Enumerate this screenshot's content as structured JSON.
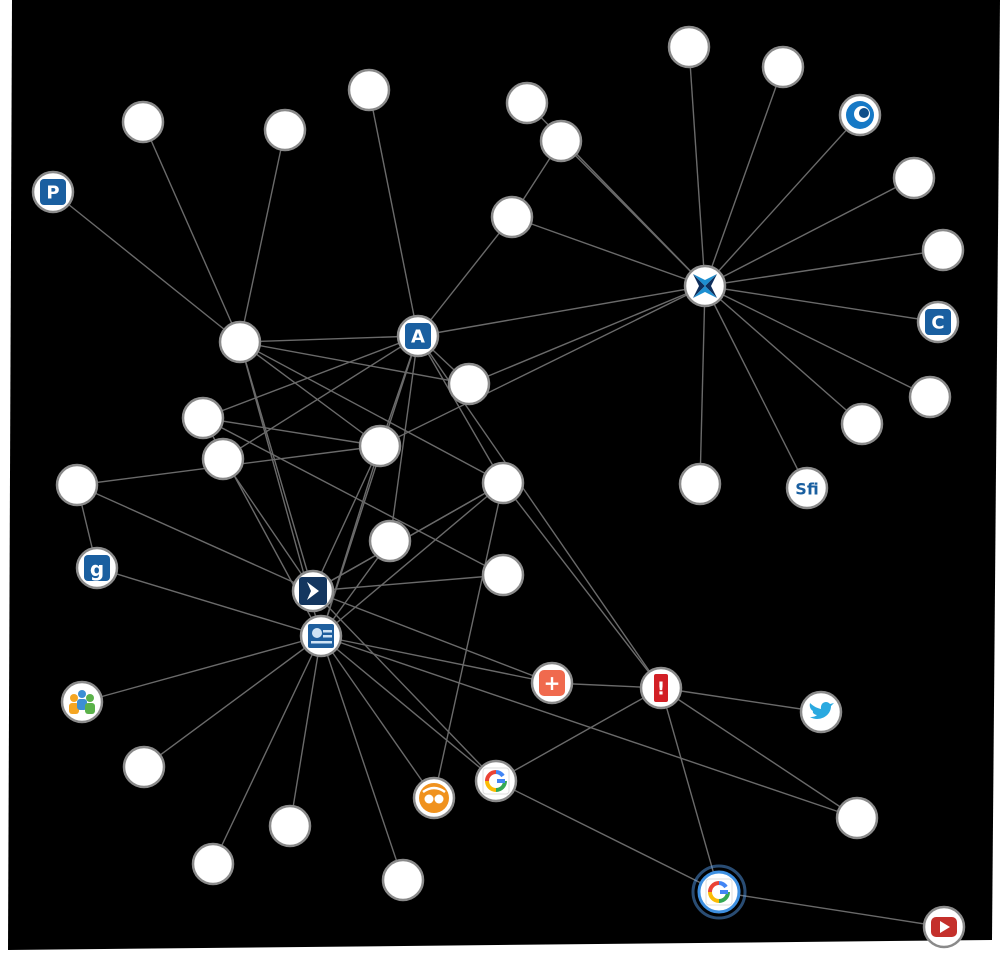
{
  "diagram": {
    "background": "#000000",
    "node_fill": "#ffffff",
    "edge_color": "#6a6a6a",
    "brand_blue": "#1a5fa0",
    "nodes": [
      {
        "id": "n1",
        "icon": "blank"
      },
      {
        "id": "n2",
        "icon": "blank"
      },
      {
        "id": "n3",
        "icon": "blank"
      },
      {
        "id": "n4",
        "icon": "blank"
      },
      {
        "id": "n5",
        "icon": "blank"
      },
      {
        "id": "n6",
        "icon": "blank"
      },
      {
        "id": "n7",
        "icon": "blank"
      },
      {
        "id": "p",
        "icon": "p-badge-icon",
        "label": "P"
      },
      {
        "id": "n8",
        "icon": "blank"
      },
      {
        "id": "hub",
        "icon": "x-hub-icon"
      },
      {
        "id": "swirl",
        "icon": "swirl-icon"
      },
      {
        "id": "n9",
        "icon": "blank"
      },
      {
        "id": "n10",
        "icon": "blank"
      },
      {
        "id": "c",
        "icon": "c-badge-icon",
        "label": "C"
      },
      {
        "id": "n11",
        "icon": "blank"
      },
      {
        "id": "n12",
        "icon": "blank"
      },
      {
        "id": "sfi",
        "icon": "sfi-icon",
        "label": "Sfi"
      },
      {
        "id": "n13",
        "icon": "blank"
      },
      {
        "id": "a",
        "icon": "a-badge-icon",
        "label": "A"
      },
      {
        "id": "n14",
        "icon": "blank"
      },
      {
        "id": "n15",
        "icon": "blank"
      },
      {
        "id": "n16",
        "icon": "blank"
      },
      {
        "id": "n17",
        "icon": "blank"
      },
      {
        "id": "n18",
        "icon": "blank"
      },
      {
        "id": "n19",
        "icon": "blank"
      },
      {
        "id": "n20",
        "icon": "blank"
      },
      {
        "id": "g",
        "icon": "g-badge-icon",
        "label": "g"
      },
      {
        "id": "n21",
        "icon": "blank"
      },
      {
        "id": "chev",
        "icon": "chevron-badge-icon"
      },
      {
        "id": "prof",
        "icon": "profile-card-icon"
      },
      {
        "id": "people",
        "icon": "people-icon"
      },
      {
        "id": "plus",
        "icon": "plus-badge-icon",
        "label": "+"
      },
      {
        "id": "excl",
        "icon": "exclamation-icon",
        "label": "!"
      },
      {
        "id": "tw",
        "icon": "twitter-bird-icon"
      },
      {
        "id": "n22",
        "icon": "blank"
      },
      {
        "id": "orange",
        "icon": "orange-glasses-icon"
      },
      {
        "id": "gg1",
        "icon": "google-g-icon"
      },
      {
        "id": "n23",
        "icon": "blank"
      },
      {
        "id": "n24",
        "icon": "blank"
      },
      {
        "id": "n25",
        "icon": "blank"
      },
      {
        "id": "n26",
        "icon": "blank"
      },
      {
        "id": "gg2",
        "icon": "google-g-icon"
      },
      {
        "id": "yt",
        "icon": "youtube-play-icon"
      }
    ],
    "edges": [
      [
        "hub",
        "n1"
      ],
      [
        "hub",
        "n2"
      ],
      [
        "hub",
        "swirl"
      ],
      [
        "hub",
        "n9"
      ],
      [
        "hub",
        "n10"
      ],
      [
        "hub",
        "c"
      ],
      [
        "hub",
        "n11"
      ],
      [
        "hub",
        "n12"
      ],
      [
        "hub",
        "sfi"
      ],
      [
        "hub",
        "n13"
      ],
      [
        "hub",
        "n5"
      ],
      [
        "hub",
        "n8"
      ],
      [
        "hub",
        "n4"
      ],
      [
        "hub",
        "a"
      ],
      [
        "hub",
        "n15"
      ],
      [
        "hub",
        "n18"
      ],
      [
        "n5",
        "n8"
      ],
      [
        "n8",
        "a"
      ],
      [
        "a",
        "n7"
      ],
      [
        "a",
        "n14"
      ],
      [
        "a",
        "n15"
      ],
      [
        "a",
        "n16"
      ],
      [
        "a",
        "n17"
      ],
      [
        "a",
        "n19"
      ],
      [
        "a",
        "n20"
      ],
      [
        "a",
        "excl"
      ],
      [
        "a",
        "prof"
      ],
      [
        "a",
        "n18"
      ],
      [
        "n14",
        "n3"
      ],
      [
        "n14",
        "p"
      ],
      [
        "n14",
        "n6"
      ],
      [
        "n14",
        "n15"
      ],
      [
        "n14",
        "n18"
      ],
      [
        "n14",
        "chev"
      ],
      [
        "n14",
        "prof"
      ],
      [
        "n14",
        "n20"
      ],
      [
        "n17",
        "chev"
      ],
      [
        "n16",
        "n23"
      ],
      [
        "n16",
        "prof"
      ],
      [
        "n16",
        "n18"
      ],
      [
        "n18",
        "chev"
      ],
      [
        "n18",
        "prof"
      ],
      [
        "n18",
        "n21"
      ],
      [
        "n20",
        "chev"
      ],
      [
        "n20",
        "prof"
      ],
      [
        "n20",
        "excl"
      ],
      [
        "n20",
        "orange"
      ],
      [
        "n19",
        "prof"
      ],
      [
        "n21",
        "chev"
      ],
      [
        "n21",
        "g"
      ],
      [
        "g",
        "prof"
      ],
      [
        "chev",
        "gg1"
      ],
      [
        "chev",
        "plus"
      ],
      [
        "chev",
        "n20"
      ],
      [
        "prof",
        "people"
      ],
      [
        "prof",
        "n24"
      ],
      [
        "prof",
        "n25"
      ],
      [
        "prof",
        "n26"
      ],
      [
        "prof",
        "n22"
      ],
      [
        "prof",
        "gg1"
      ],
      [
        "prof",
        "orange"
      ],
      [
        "prof",
        "plus"
      ],
      [
        "plus",
        "excl"
      ],
      [
        "excl",
        "tw"
      ],
      [
        "excl",
        "n12x"
      ],
      [
        "excl",
        "gg1"
      ],
      [
        "excl",
        "gg2"
      ],
      [
        "gg1",
        "gg2"
      ],
      [
        "gg2",
        "yt"
      ],
      [
        "n23",
        "chev"
      ]
    ]
  }
}
